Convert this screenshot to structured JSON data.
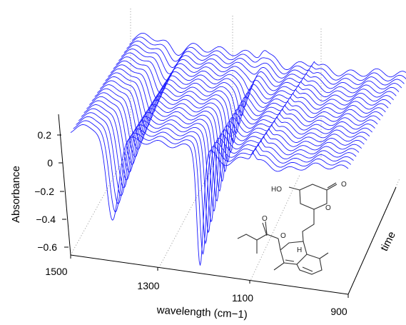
{
  "chart_data": {
    "type": "line",
    "subtype": "3d-waterfall",
    "title": "",
    "xlabel": "wavelength (cm−1)",
    "ylabel": "Absorbance",
    "zlabel": "time",
    "x_ticks": [
      "1500",
      "1300",
      "1100",
      "900"
    ],
    "y_ticks": [
      "0.2",
      "0",
      "−0.2",
      "−0.4",
      "−0.6"
    ],
    "x_range": [
      1500,
      900
    ],
    "y_range": [
      -0.7,
      0.3
    ],
    "grid": true,
    "series_count": 24,
    "series_color": "#1a1aff",
    "peak_center": [
      {
        "x": 1410,
        "y": -0.46
      },
      {
        "x": 1220,
        "y": -0.68
      },
      {
        "x": 1105,
        "y": 0.06
      }
    ],
    "peak_back": [
      {
        "x": 1415,
        "y": 0.05
      },
      {
        "x": 1225,
        "y": 0.22
      }
    ],
    "baseline": 0.14
  },
  "inset": {
    "atoms": {
      "ho": "HO",
      "o_keto": "O",
      "o_ring": "O",
      "o_ester": "O",
      "o_link": "O",
      "h": "H"
    }
  }
}
